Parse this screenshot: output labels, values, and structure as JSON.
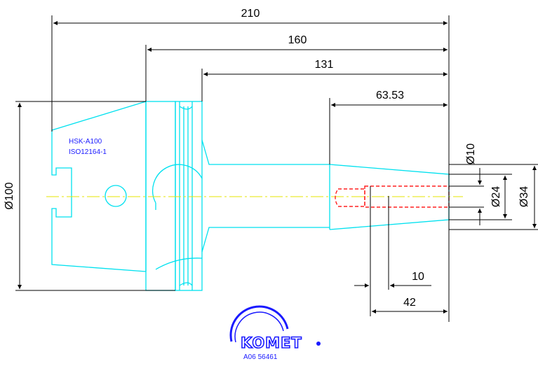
{
  "dimensions": {
    "d210": "210",
    "d160": "160",
    "d131": "131",
    "d6353": "63.53",
    "d10len": "10",
    "d42": "42",
    "dia100": "Ø100",
    "dia10": "Ø10",
    "dia24": "Ø24",
    "dia34": "Ø34"
  },
  "labels": {
    "standard_line1": "HSK-A100",
    "standard_line2": "ISO12164-1"
  },
  "logo": {
    "brand": "KOMET",
    "part_number": "A06 56461"
  },
  "colors": {
    "outline": "#00e1ef",
    "centerline": "#e6e600",
    "hidden_lines": "#ff2020",
    "dimensions": "#000000",
    "brand_blue": "#1a1aff"
  }
}
